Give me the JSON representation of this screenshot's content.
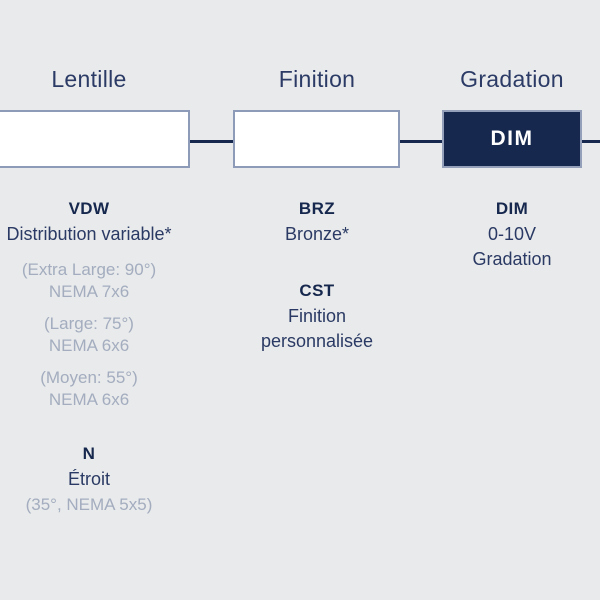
{
  "page": {
    "background": "#e9eaeb",
    "type": "product-code-flow-diagram"
  },
  "colors": {
    "navy_dark": "#16284e",
    "navy_text": "#2a3a64",
    "header_navy": "#2b3b66",
    "detail_gray": "#a3adbf",
    "box_border": "#8d9bb8",
    "active_box_fill": "#16284e",
    "active_box_text": "#ffffff"
  },
  "diagram": {
    "columns": [
      {
        "header": "Lentille",
        "box_label": "",
        "options": [
          {
            "code": "VDW",
            "name_lines": [
              "Distribution variable*"
            ],
            "detail_groups": [
              [
                "(Extra Large: 90°)",
                "NEMA 7x6"
              ],
              [
                "(Large: 75°)",
                "NEMA 6x6"
              ],
              [
                "(Moyen: 55°)",
                "NEMA 6x6"
              ]
            ]
          },
          {
            "code": "N",
            "name_lines": [
              "Étroit"
            ],
            "detail_groups": [
              [
                "(35°, NEMA 5x5)"
              ]
            ]
          }
        ]
      },
      {
        "header": "Finition",
        "box_label": "",
        "options": [
          {
            "code": "BRZ",
            "name_lines": [
              "Bronze*"
            ]
          },
          {
            "code": "CST",
            "name_lines": [
              "Finition",
              "personnalisée"
            ]
          }
        ]
      },
      {
        "header": "Gradation",
        "box_label": "DIM",
        "options": [
          {
            "code": "DIM",
            "name_lines": [
              "0-10V",
              "Gradation"
            ]
          }
        ]
      }
    ]
  }
}
